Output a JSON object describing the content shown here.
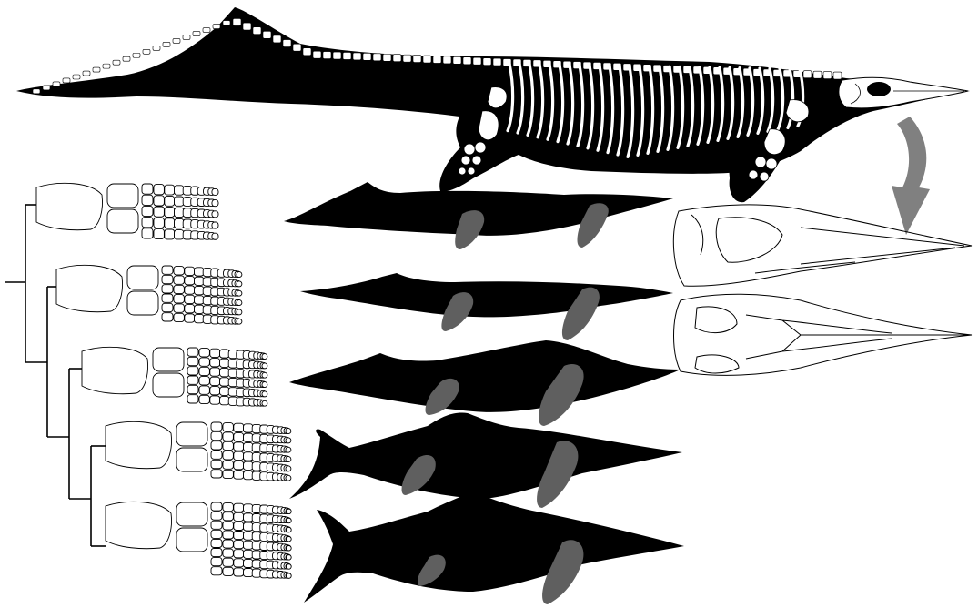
{
  "figure": {
    "subject": "",
    "colors": {
      "silhouette": "#000000",
      "flipper": "#5f5f5f",
      "arrow": "#808080",
      "bone_fill": "#ffffff",
      "outline": "#000000",
      "background": "#ffffff"
    },
    "taxa_count": 5,
    "icons": [
      "skeleton-reconstruction",
      "body-silhouette",
      "forefin-bones",
      "skull-lateral",
      "skull-dorsal",
      "curved-arrow",
      "phylogeny-tree"
    ]
  }
}
